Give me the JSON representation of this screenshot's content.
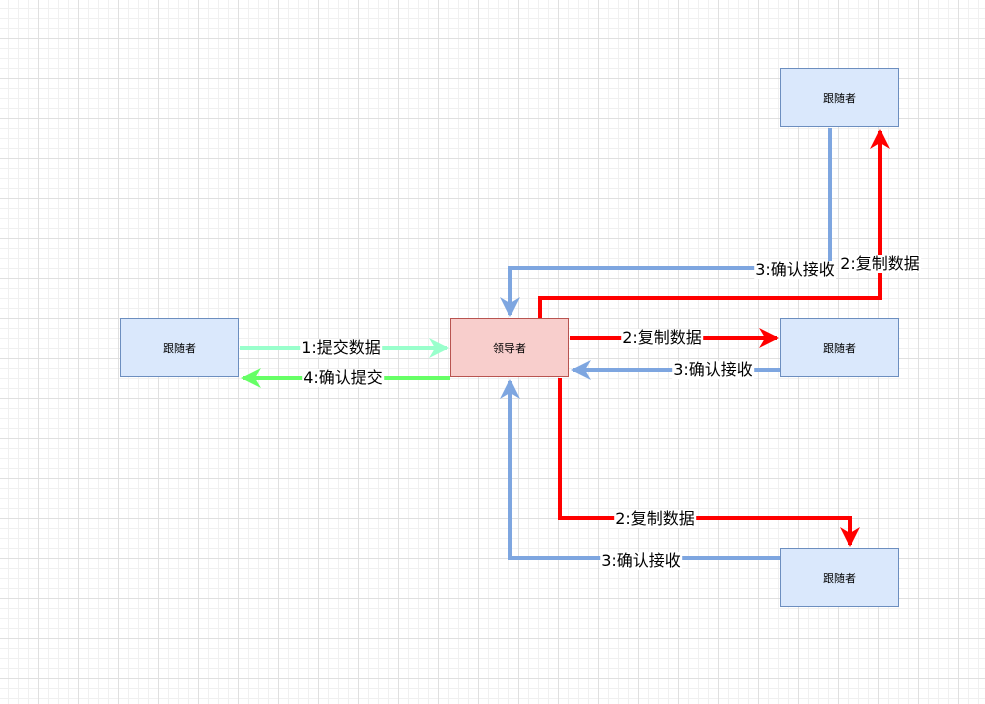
{
  "nodes": {
    "leader": "领导者",
    "follower_left": "跟随者",
    "follower_top": "跟随者",
    "follower_mid": "跟随者",
    "follower_bottom": "跟随者"
  },
  "edges": {
    "submit": "1:提交数据",
    "confirm_submit": "4:确认提交",
    "replicate_mid": "2:复制数据",
    "ack_mid": "3:确认接收",
    "replicate_top": "2:复制数据",
    "ack_top": "3:确认接收",
    "replicate_bottom": "2:复制数据",
    "ack_bottom": "3:确认接收"
  },
  "colors": {
    "submit": "#99ffcc",
    "confirm": "#66ff66",
    "replicate": "#ff0000",
    "ack": "#7ea6e0"
  }
}
